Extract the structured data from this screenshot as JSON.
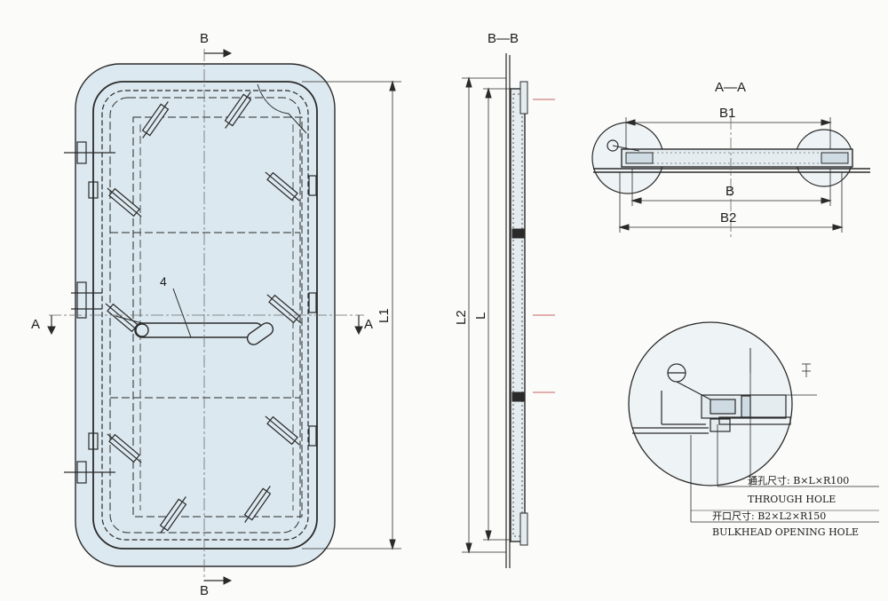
{
  "front_view": {
    "section_mark": "B",
    "side_mark": "A",
    "part_number": "4",
    "dim_height": "L1"
  },
  "section_bb": {
    "title": "B—B",
    "dim_outer": "L2",
    "dim_inner": "L"
  },
  "section_aa": {
    "title": "A—A",
    "dim_top": "B1",
    "dim_middle": "B",
    "dim_bottom": "B2"
  },
  "notes": {
    "through_hole_cn": "通孔尺寸: B×L×R100",
    "through_hole_en": "THROUGH HOLE",
    "opening_hole_cn": "开口尺寸: B2×L2×R150",
    "opening_hole_en": "BULKHEAD OPENING HOLE"
  },
  "colors": {
    "door_fill": "#dde9f0",
    "line": "#2a2a2a",
    "centerline": "#b03030"
  }
}
